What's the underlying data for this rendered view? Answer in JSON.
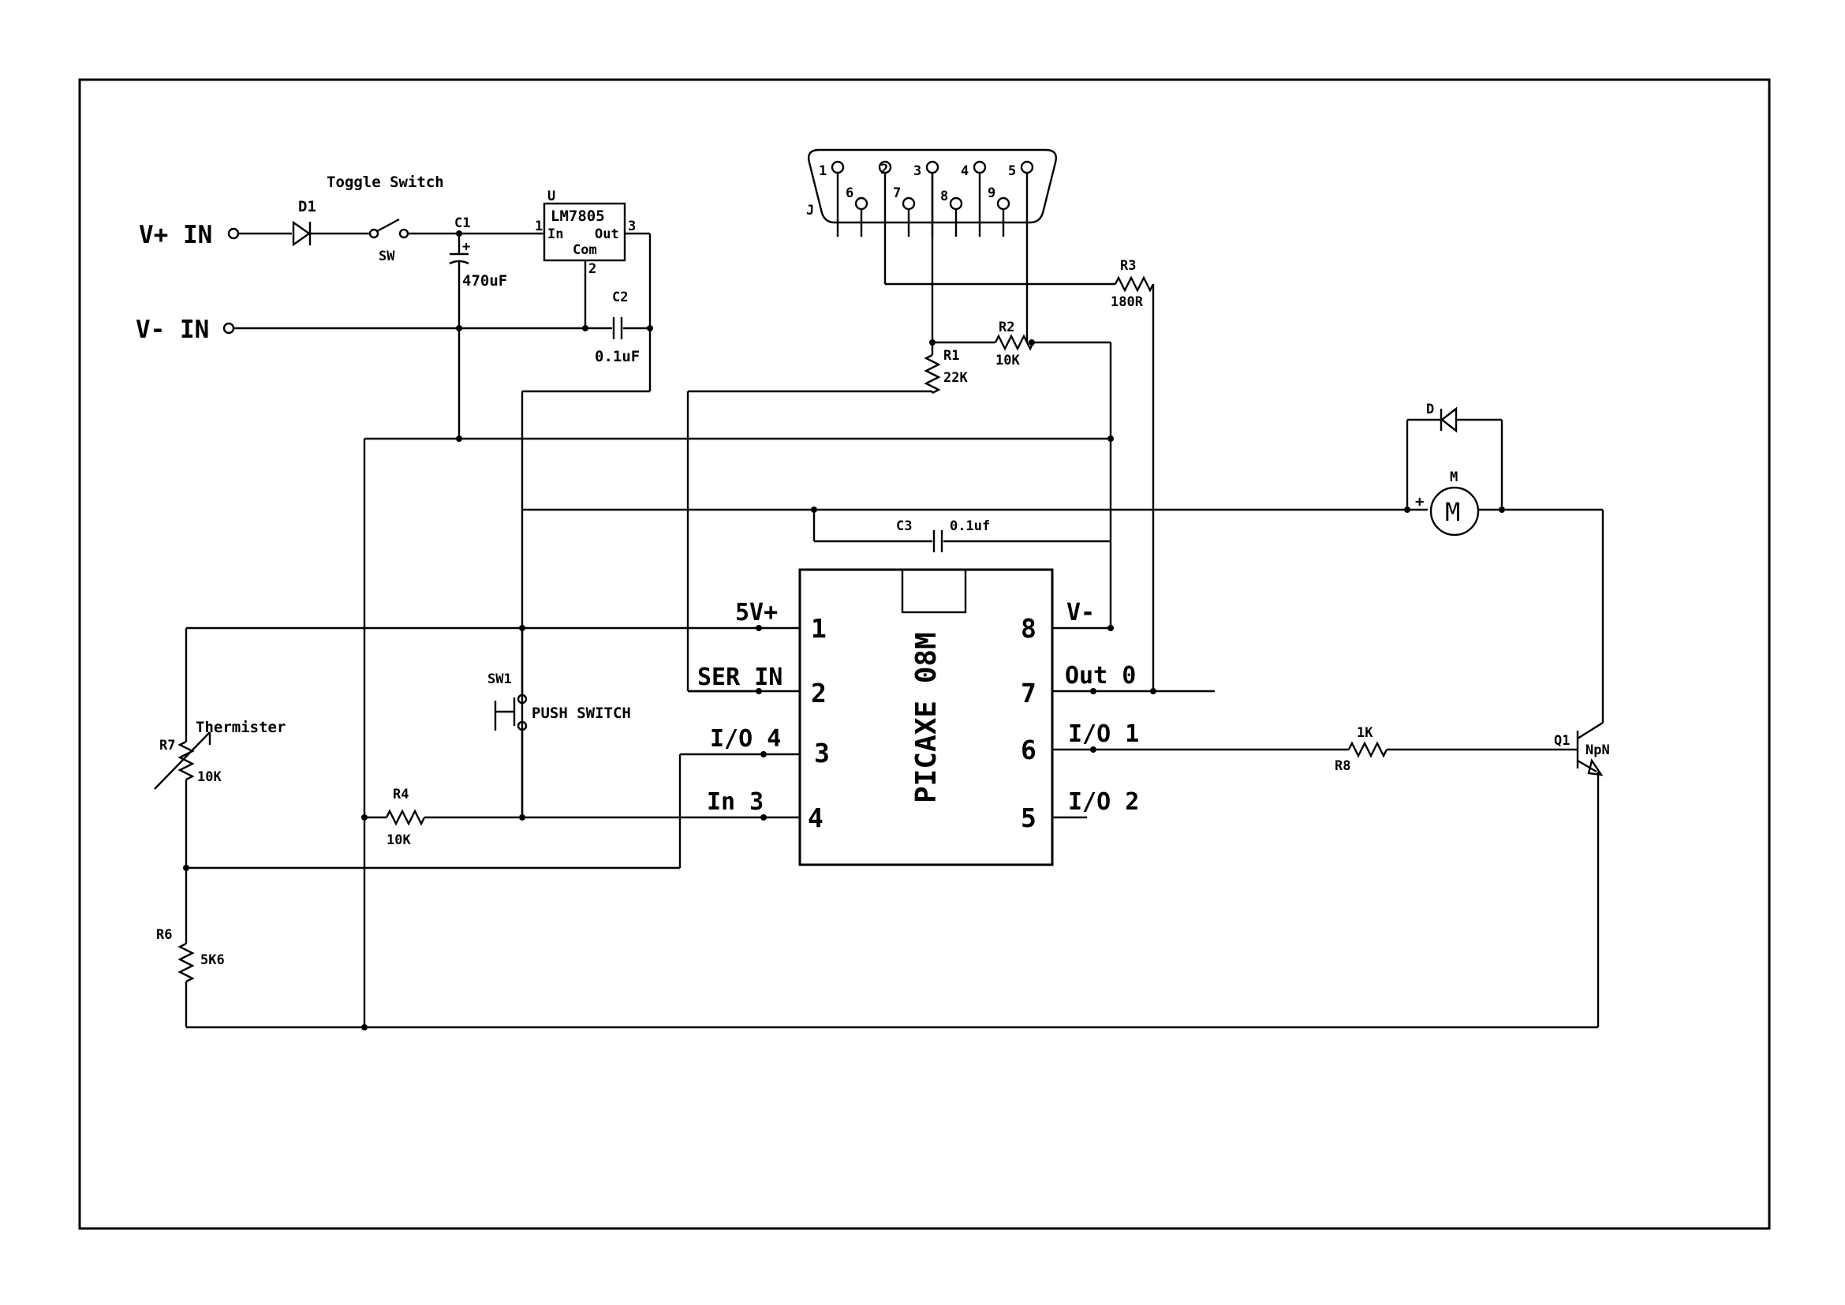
{
  "power": {
    "vplus_in": "V+ IN",
    "vminus_in": "V- IN"
  },
  "toggle": {
    "title": "Toggle Switch",
    "diode_ref": "D1",
    "switch_ref": "SW"
  },
  "c1": {
    "ref": "C1",
    "value": "470uF",
    "polarity": "+"
  },
  "regulator": {
    "ref": "U",
    "part": "LM7805",
    "pin_in": "In",
    "pin_out": "Out",
    "pin_com": "Com",
    "num_in": "1",
    "num_out": "3",
    "num_com": "2"
  },
  "c2": {
    "ref": "C2",
    "value": "0.1uF"
  },
  "connector": {
    "ref": "J",
    "pins_top": [
      "1",
      "2",
      "3",
      "4",
      "5"
    ],
    "pins_bottom": [
      "6",
      "7",
      "8",
      "9"
    ]
  },
  "r1": {
    "ref": "R1",
    "value": "22K"
  },
  "r2": {
    "ref": "R2",
    "value": "10K"
  },
  "r3": {
    "ref": "R3",
    "value": "180R"
  },
  "c3": {
    "ref": "C3",
    "value": "0.1uf"
  },
  "motor": {
    "ref": "M",
    "symbol": "M",
    "plus": "+",
    "diode_ref": "D"
  },
  "ic": {
    "name": "PICAXE 08M",
    "left_pins": [
      {
        "num": "1",
        "label": "5V+"
      },
      {
        "num": "2",
        "label": "SER IN"
      },
      {
        "num": "3",
        "label": "I/O 4"
      },
      {
        "num": "4",
        "label": "In 3"
      }
    ],
    "right_pins": [
      {
        "num": "8",
        "label": "V-"
      },
      {
        "num": "7",
        "label": "Out 0"
      },
      {
        "num": "6",
        "label": "I/O 1"
      },
      {
        "num": "5",
        "label": "I/O 2"
      }
    ]
  },
  "sw1": {
    "ref": "SW1",
    "label": "PUSH SWITCH"
  },
  "r4": {
    "ref": "R4",
    "value": "10K"
  },
  "r7": {
    "ref": "R7",
    "name": "Thermister",
    "value": "10K"
  },
  "r6": {
    "ref": "R6",
    "value": "5K6"
  },
  "r8": {
    "ref": "R8",
    "value": "1K"
  },
  "q1": {
    "ref": "Q1",
    "type": "NpN"
  }
}
